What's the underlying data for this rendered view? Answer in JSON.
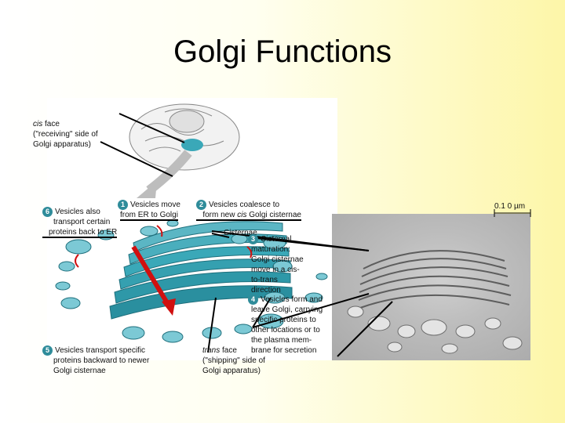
{
  "title": "Golgi Functions",
  "labels": {
    "cis_face": "face",
    "cis_word": "cis",
    "cis_line2": "(\"receiving\" side of",
    "cis_line3": "Golgi apparatus)",
    "step1_num": "1",
    "step1_line1": "Vesicles move",
    "step1_line2": "from ER to Golgi",
    "step2_num": "2",
    "step2_line1": "Vesicles coalesce to",
    "step2_line2a": "form new",
    "step2_cis": "cis",
    "step2_line2b": "Golgi cisternae",
    "step6_num": "6",
    "step6_line1": "Vesicles also",
    "step6_line2": "transport certain",
    "step6_line3": "proteins back to ER",
    "cisternae": "Cisternae",
    "step3_num": "3",
    "step3_lines": [
      "Cisternal",
      "maturation:",
      "Golgi cisternae",
      "move in a cis-",
      "to-trans",
      "direction"
    ],
    "step4_num": "4",
    "step4_lines": [
      "Vesicles form and",
      "leave Golgi, carrying",
      "specific proteins to",
      "other locations or to",
      "the plasma mem-",
      "brane for secretion"
    ],
    "step5_num": "5",
    "step5_line1": "Vesicles transport specific",
    "step5_line2": "proteins backward to newer",
    "step5_line3": "Golgi cisternae",
    "trans_word": "trans",
    "trans_face": "face",
    "trans_line2": "(\"shipping\" side of",
    "trans_line3": "Golgi apparatus)",
    "scale_bar": "0.1 0 µm"
  },
  "colors": {
    "golgi_cyan": "#3aa8b8",
    "golgi_light": "#9ed8e2",
    "arrow_red": "#d01010",
    "badge": "#2f8c9a"
  }
}
